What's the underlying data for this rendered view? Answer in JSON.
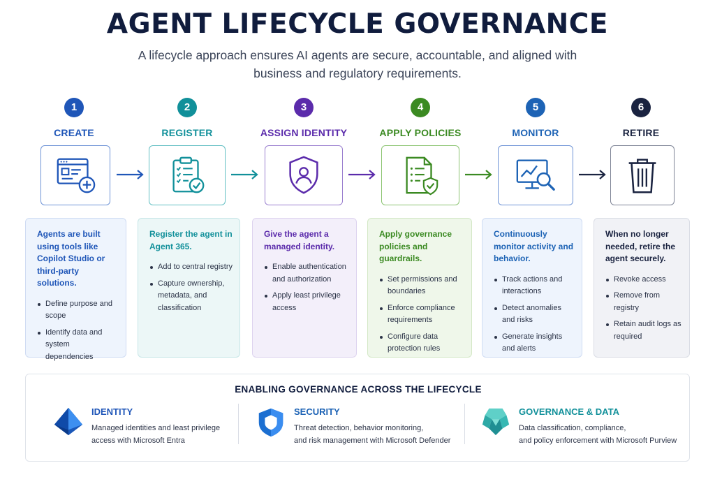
{
  "title": "AGENT LIFECYCLE GOVERNANCE",
  "subtitle": "A lifecycle approach ensures AI agents are secure, accountable, and aligned with business and regulatory requirements.",
  "colors": {
    "create": "#1f56b8",
    "register": "#11909a",
    "assign": "#5b2bab",
    "apply": "#3b8a22",
    "monitor": "#1d63b5",
    "retire": "#1a2340"
  },
  "stages": [
    {
      "number": "1",
      "label": "CREATE",
      "icon": "window-add-icon",
      "lead": "Agents are built using tools like Copilot Studio or third-party solutions.",
      "bullets": [
        "Define purpose and scope",
        "Identify data and system dependencies"
      ]
    },
    {
      "number": "2",
      "label": "REGISTER",
      "icon": "clipboard-check-icon",
      "lead": "Register the agent in Agent 365.",
      "bullets": [
        "Add to central registry",
        "Capture ownership, metadata, and classification"
      ]
    },
    {
      "number": "3",
      "label": "ASSIGN IDENTITY",
      "icon": "shield-user-icon",
      "lead": "Give the agent a managed identity.",
      "bullets": [
        "Enable authentication and authorization",
        "Apply least privilege access"
      ]
    },
    {
      "number": "4",
      "label": "APPLY POLICIES",
      "icon": "policy-document-icon",
      "lead": "Apply governance policies and guardrails.",
      "bullets": [
        "Set permissions and boundaries",
        "Enforce compliance requirements",
        "Configure data protection rules"
      ]
    },
    {
      "number": "5",
      "label": "MONITOR",
      "icon": "monitor-search-icon",
      "lead": "Continuously monitor activity and behavior.",
      "bullets": [
        "Track actions and interactions",
        "Detect anomalies and risks",
        "Generate insights and alerts"
      ]
    },
    {
      "number": "6",
      "label": "RETIRE",
      "icon": "trash-icon",
      "lead": "When no longer needed, retire the agent securely.",
      "bullets": [
        "Revoke access",
        "Remove from registry",
        "Retain audit logs as required"
      ]
    }
  ],
  "enabling": {
    "title": "ENABLING GOVERNANCE ACROSS THE LIFECYCLE",
    "pillars": [
      {
        "title": "IDENTITY",
        "icon": "entra-pyramid-icon",
        "text": [
          "Managed identities and least privilege",
          "access with Microsoft Entra"
        ]
      },
      {
        "title": "SECURITY",
        "icon": "defender-shield-icon",
        "text": [
          "Threat detection, behavior monitoring,",
          "and risk management with Microsoft Defender"
        ]
      },
      {
        "title": "GOVERNANCE & DATA",
        "icon": "purview-logo-icon",
        "text": [
          "Data classification, compliance,",
          "and policy enforcement with Microsoft Purview"
        ]
      }
    ]
  }
}
